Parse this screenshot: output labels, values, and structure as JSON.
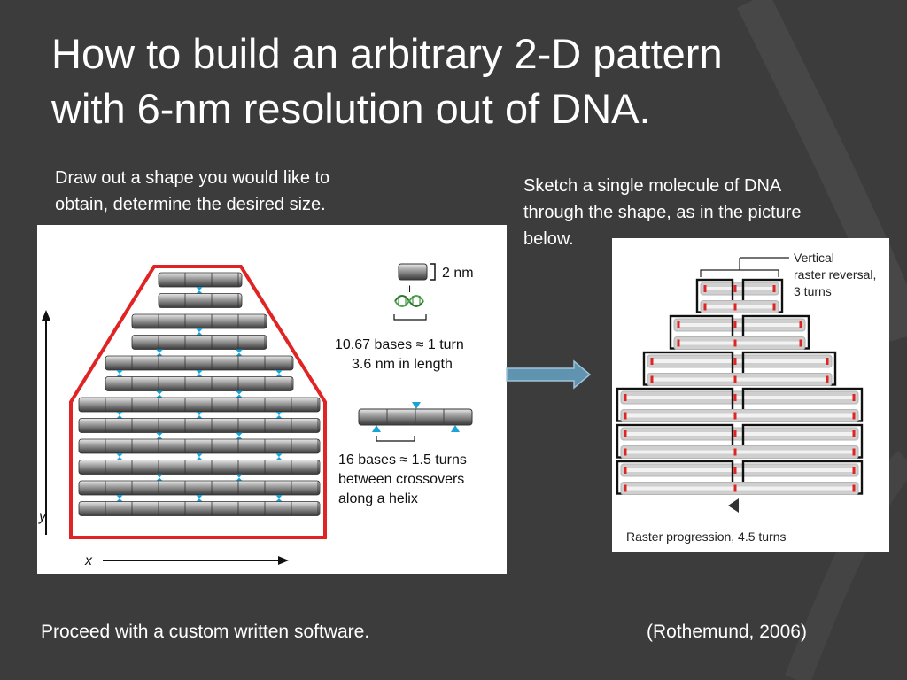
{
  "slide": {
    "title_line1": "How to build an arbitrary 2-D pattern",
    "title_line2": "with 6-nm resolution out of DNA.",
    "caption_left_line1": "Draw out a shape you would like to",
    "caption_left_line2": "obtain, determine the desired size.",
    "caption_right_line1": "Sketch a single molecule of DNA",
    "caption_right_line2": "through the shape, as in the picture",
    "caption_right_line3": "below.",
    "footer_left": "Proceed with a custom written software.",
    "footer_right": "(Rothemund, 2006)"
  },
  "left_figure": {
    "helix_width_label": "2 nm",
    "equals_mark": "II",
    "bases_per_turn_label": "10.67 bases ≈ 1 turn",
    "length_label": "3.6 nm in length",
    "crossover_line1": "16 bases ≈ 1.5 turns",
    "crossover_line2": "between crossovers",
    "crossover_line3": "along a helix",
    "y_axis_label": "y",
    "x_axis_label": "x"
  },
  "right_figure": {
    "vertical_label_line1": "Vertical",
    "vertical_label_line2": "raster reversal,",
    "vertical_label_line3": "3 turns",
    "progression_label": "Raster progression, 4.5 turns"
  },
  "colors": {
    "background": "#3c3c3c",
    "shape_outline": "#e02424",
    "crossover": "#1aa3d9",
    "arrow": "#5f93b0",
    "helix_fill": "#8a8a8a"
  }
}
